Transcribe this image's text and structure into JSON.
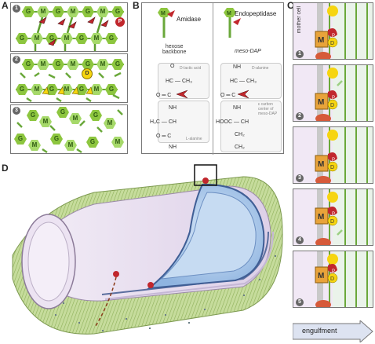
{
  "panels": {
    "a": "A",
    "b": "B",
    "c": "C",
    "d": "D"
  },
  "panel_a": {
    "steps": [
      "1",
      "2",
      "3"
    ],
    "sugar_g": "G",
    "sugar_m": "M",
    "p_badge": "P",
    "d_badge": "D"
  },
  "panel_b": {
    "amidase": "Amidase",
    "endopeptidase": "Endopeptidase",
    "hexose_backbone_line1": "hexose",
    "hexose_backbone_line2": "backbone",
    "meso_dap": "meso-DAP",
    "d_lactic_acid": "D-lactic acid",
    "d_alanine": "D-alanine",
    "l_alanine": "L-alanine",
    "carbon_center_line1": "ε carbon",
    "carbon_center_line2": "center of",
    "carbon_center_line3": "meso-DAP",
    "left_chem": {
      "o": "O",
      "hc_ch3": "HC — CH₃",
      "c_o": "O ═ C",
      "nh": "NH",
      "h3c_ch": "H₃C — CH",
      "c_o2": "O ═ C",
      "nh2": "NH",
      "m": "M"
    },
    "right_chem": {
      "nh": "NH",
      "hc_ch3": "HC — CH₃",
      "c_o": "O ═ C",
      "nh2": "NH",
      "hooc_ch": "HOOC — CH",
      "ch2a": "CH₂",
      "ch2b": "CH₂"
    }
  },
  "panel_c": {
    "mother_cell": "mother cell",
    "steps": [
      "1",
      "2",
      "3",
      "4",
      "5"
    ],
    "m": "M",
    "d": "D",
    "p": "P",
    "engulfment": "engulfment"
  },
  "colors": {
    "sugar_green": "#8dc63f",
    "enzyme_red": "#c1272d",
    "yellow": "#f6d510",
    "orange": "#e8a33a",
    "membrane_purple": "#e9dcf0",
    "forespore_blue": "#a9c8ea"
  }
}
